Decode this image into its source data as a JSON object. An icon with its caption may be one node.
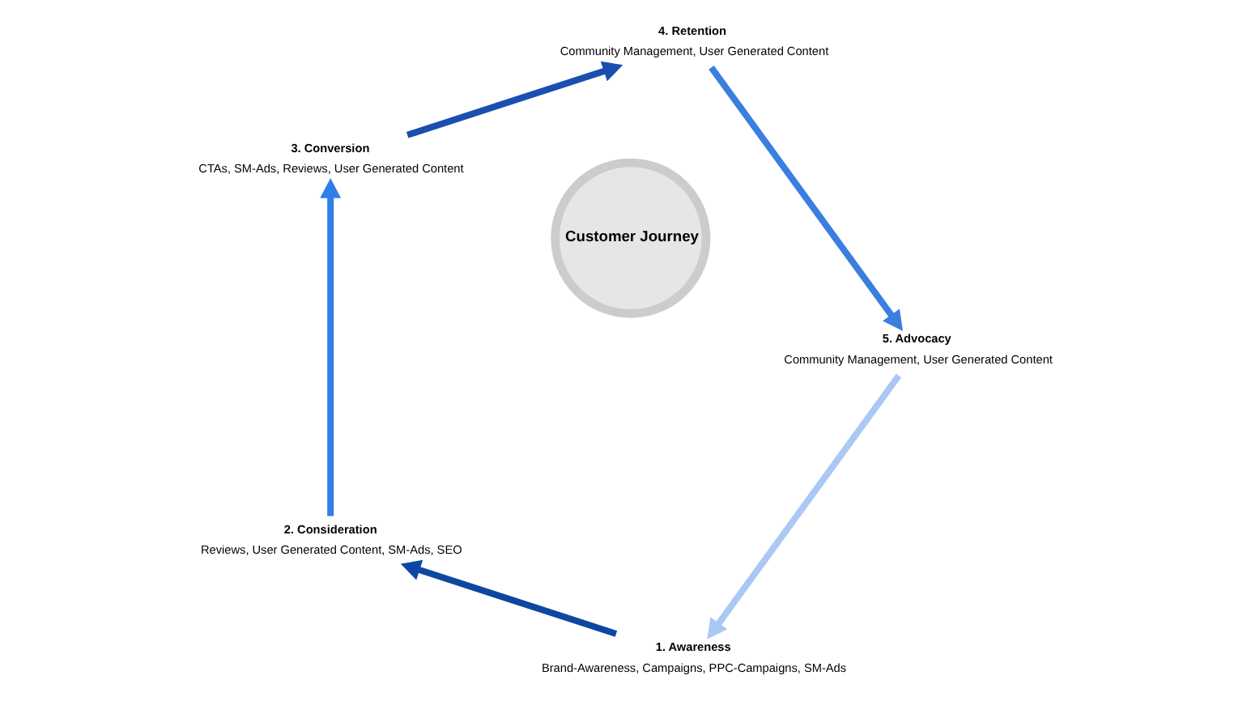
{
  "diagram": {
    "nodes": [
      {
        "text": [
          "Customer Journey"
        ]
      },
      {
        "text": [
          "1. Awareness",
          "Brand-Awareness, Campaigns, PPC-Campaigns, SM-Ads"
        ]
      },
      {
        "text": [
          "2. Consideration",
          "Reviews, User Generated Content, SM-Ads, SEO"
        ]
      },
      {
        "text": [
          "3. Conversion",
          "CTAs, SM-Ads, Reviews, User Generated Content"
        ]
      },
      {
        "text": [
          "4. Retention",
          "Community Management, User Generated Content"
        ]
      },
      {
        "text": [
          "5. Advocacy",
          "Community Management, User Generated Content"
        ]
      }
    ],
    "edges": [
      {
        "from": 1,
        "to": 2,
        "arrow": "to",
        "color": "#0d47a1"
      },
      {
        "from": 2,
        "to": 3,
        "arrow": "to",
        "color": "#2f7fe8"
      },
      {
        "from": 3,
        "to": 4,
        "arrow": "to",
        "color": "#1a4fb0"
      },
      {
        "from": 4,
        "to": 5,
        "arrow": "to",
        "color": "#3a7ee0"
      },
      {
        "from": 5,
        "to": 1,
        "arrow": "to",
        "color": "#a9c8f5"
      }
    ]
  }
}
